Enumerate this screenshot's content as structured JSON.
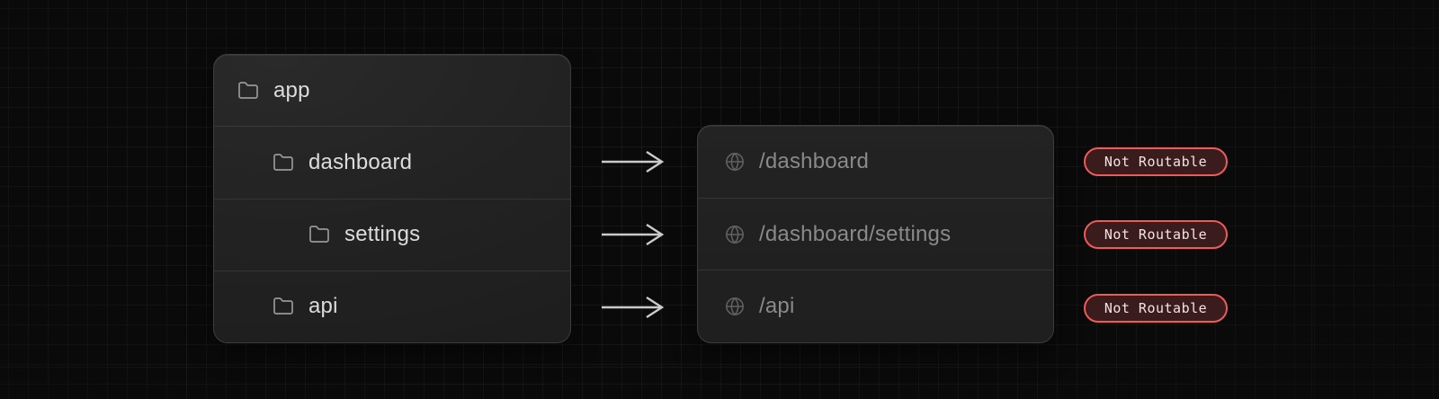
{
  "diagram": {
    "file_tree": {
      "rows": [
        {
          "label": "app",
          "icon": "folder",
          "level": 0
        },
        {
          "label": "dashboard",
          "icon": "folder",
          "level": 1
        },
        {
          "label": "settings",
          "icon": "folder",
          "level": 2
        },
        {
          "label": "api",
          "icon": "folder",
          "level": 1
        }
      ]
    },
    "routes": {
      "rows": [
        {
          "path": "/dashboard",
          "icon": "globe"
        },
        {
          "path": "/dashboard/settings",
          "icon": "globe"
        },
        {
          "path": "/api",
          "icon": "globe"
        }
      ]
    },
    "badges": [
      {
        "label": "Not Routable"
      },
      {
        "label": "Not Routable"
      },
      {
        "label": "Not Routable"
      }
    ],
    "colors": {
      "background": "#0a0a0a",
      "grid_line": "#1c1c1c",
      "card_background": "#222222",
      "card_border": "#3d3d3d",
      "tree_text": "#dcdcdc",
      "route_text": "#8a8a8a",
      "arrow": "#cbcbcb",
      "badge_border": "#ef5a5a",
      "badge_background": "#3b1c1c",
      "badge_text": "#f2e4e4"
    }
  }
}
